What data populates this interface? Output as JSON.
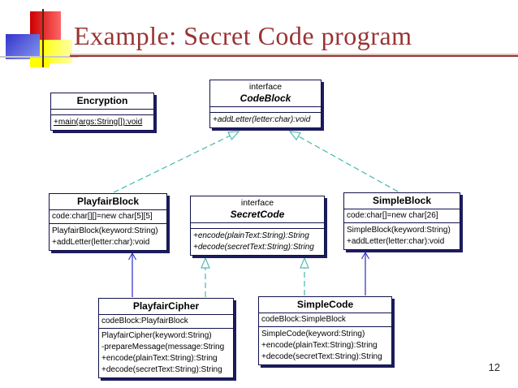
{
  "slide": {
    "title": "Example: Secret Code program",
    "page_number": "12"
  },
  "colors": {
    "title_text": "#993333",
    "box_border": "#11114d",
    "box_shadow": "#1c1c5e",
    "realization_line": "#52bdb2",
    "association_line": "#3a3acc"
  },
  "diagram": {
    "classes": [
      {
        "name": "Encryption",
        "stereotype": "",
        "attributes": [],
        "methods": [
          "+main(args:String[]):void"
        ]
      },
      {
        "name": "CodeBlock",
        "stereotype": "interface",
        "attributes": [],
        "methods": [
          "+addLetter(letter:char):void"
        ]
      },
      {
        "name": "PlayfairBlock",
        "stereotype": "",
        "attributes": [
          "code:char[][]=new char[5][5]"
        ],
        "methods": [
          "PlayfairBlock(keyword:String)",
          "+addLetter(letter:char):void"
        ]
      },
      {
        "name": "SecretCode",
        "stereotype": "interface",
        "attributes": [],
        "methods": [
          "+encode(plainText:String):String",
          "+decode(secretText:String):String"
        ]
      },
      {
        "name": "SimpleBlock",
        "stereotype": "",
        "attributes": [
          "code:char[]=new char[26]"
        ],
        "methods": [
          "SimpleBlock(keyword:String)",
          "+addLetter(letter:char):void"
        ]
      },
      {
        "name": "PlayfairCipher",
        "stereotype": "",
        "attributes": [
          "codeBlock:PlayfairBlock"
        ],
        "methods": [
          "PlayfairCipher(keyword:String)",
          "-prepareMessage(message:String",
          "+encode(plainText:String):String",
          "+decode(secretText:String):String"
        ]
      },
      {
        "name": "SimpleCode",
        "stereotype": "",
        "attributes": [
          "codeBlock:SimpleBlock"
        ],
        "methods": [
          "SimpleCode(keyword:String)",
          "+encode(plainText:String):String",
          "+decode(secretText:String):String"
        ]
      }
    ],
    "relationships": [
      {
        "from": "PlayfairBlock",
        "to": "CodeBlock",
        "type": "realization"
      },
      {
        "from": "SimpleBlock",
        "to": "CodeBlock",
        "type": "realization"
      },
      {
        "from": "PlayfairCipher",
        "to": "SecretCode",
        "type": "realization"
      },
      {
        "from": "SimpleCode",
        "to": "SecretCode",
        "type": "realization"
      },
      {
        "from": "PlayfairCipher",
        "to": "PlayfairBlock",
        "type": "association"
      },
      {
        "from": "SimpleCode",
        "to": "SimpleBlock",
        "type": "association"
      }
    ]
  }
}
